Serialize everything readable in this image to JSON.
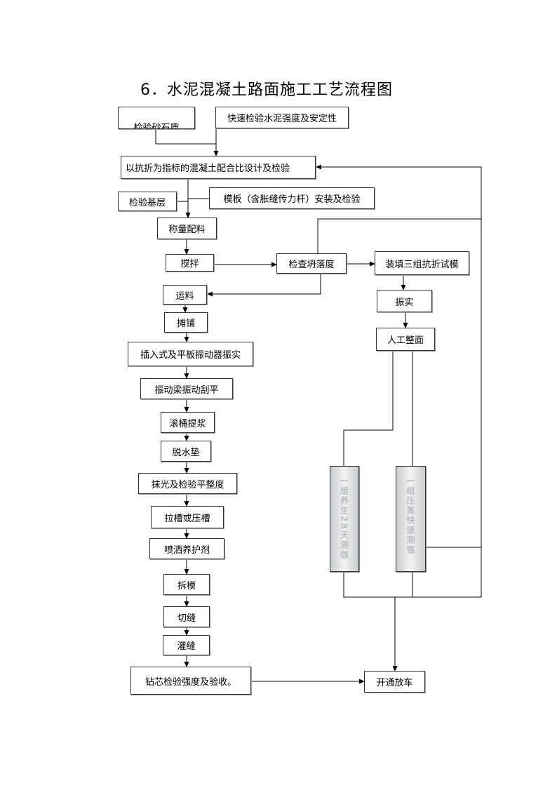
{
  "title": "6．水泥混凝土路面施工工艺流程图",
  "nodes": {
    "aggregate": "检验砂石质",
    "cement": "快速检验水泥强度及安定性",
    "mix_design": "以抗折为指标的混凝土配合比设计及检验",
    "base": "检验基层",
    "formwork": "模板（含胀缝传力杆）安装及检验",
    "weigh": "称量配料",
    "mixing": "搅拌",
    "slump": "检查坍落度",
    "specimens": "装填三组抗折试模",
    "transport": "运料",
    "vibrate_specimen": "振实",
    "spread": "摊铺",
    "manual_finish": "人工整面",
    "insert_vibrate": "插入式及平板振动器振实",
    "beam_vibrate": "振动梁振动刮平",
    "roller": "滚桶提浆",
    "dewater": "脱水垫",
    "trowel": "抹光及检验平整度",
    "groove": "拉槽或压槽",
    "curing_agent": "喷洒养护剂",
    "demold": "拆模",
    "cut_joint": "切缝",
    "fill_joint": "灌缝",
    "core": "钻芯检验强度及验收。",
    "open_traffic": "开通放车",
    "cure28": "一组养生28天测强",
    "rapid": "一组压蒸快速测强"
  }
}
